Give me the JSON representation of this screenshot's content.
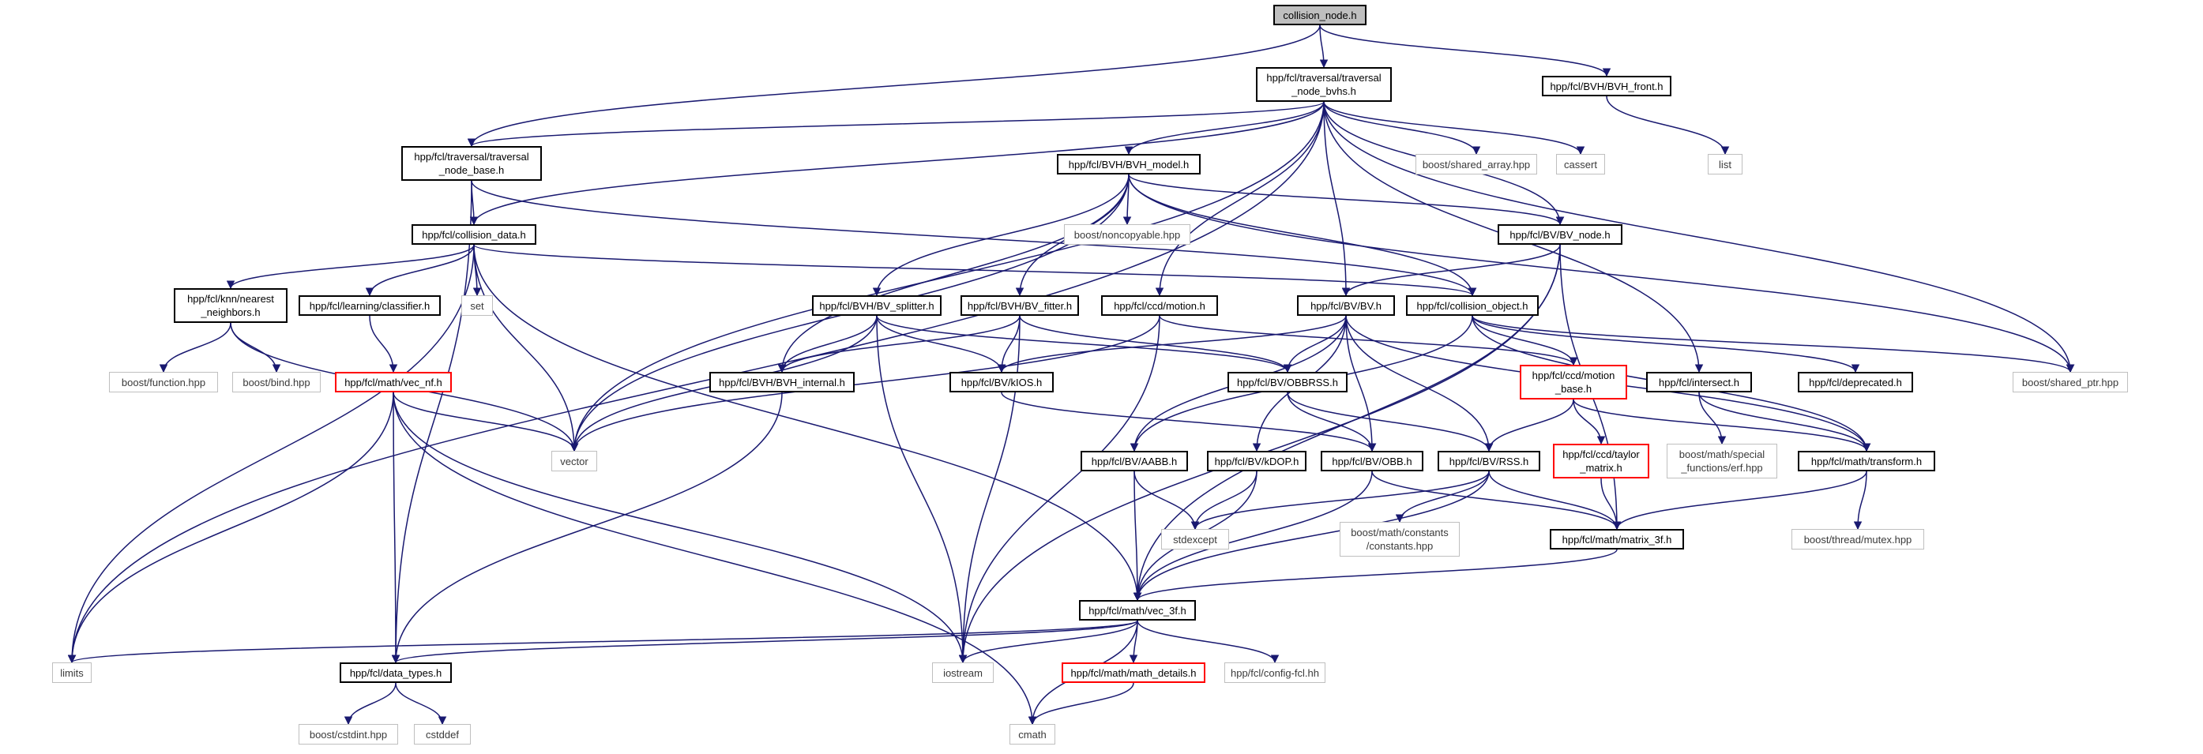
{
  "colors": {
    "edge": "#191970",
    "node_border": "#000000",
    "external_border": "#bfbfbf",
    "missing_border": "#ff0000",
    "root_fill": "#bfbfbf"
  },
  "nodes": {
    "collision_node": "collision_node.h",
    "traversal_node_bvhs": "hpp/fcl/traversal/traversal\n_node_bvhs.h",
    "bvh_front": "hpp/fcl/BVH/BVH_front.h",
    "list": "list",
    "traversal_node_base": "hpp/fcl/traversal/traversal\n_node_base.h",
    "bvh_model": "hpp/fcl/BVH/BVH_model.h",
    "shared_array": "boost/shared_array.hpp",
    "cassert": "cassert",
    "collision_data": "hpp/fcl/collision_data.h",
    "noncopyable": "boost/noncopyable.hpp",
    "bv_node": "hpp/fcl/BV/BV_node.h",
    "knn_nearest_neighbors": "hpp/fcl/knn/nearest\n_neighbors.h",
    "classifier": "hpp/fcl/learning/classifier.h",
    "set": "set",
    "bv_splitter": "hpp/fcl/BVH/BV_splitter.h",
    "bv_fitter": "hpp/fcl/BVH/BV_fitter.h",
    "ccd_motion": "hpp/fcl/ccd/motion.h",
    "bv": "hpp/fcl/BV/BV.h",
    "collision_object": "hpp/fcl/collision_object.h",
    "boost_function": "boost/function.hpp",
    "boost_bind": "boost/bind.hpp",
    "vec_nf": "hpp/fcl/math/vec_nf.h",
    "bvh_internal": "hpp/fcl/BVH/BVH_internal.h",
    "kios": "hpp/fcl/BV/kIOS.h",
    "obbrss": "hpp/fcl/BV/OBBRSS.h",
    "ccd_motion_base": "hpp/fcl/ccd/motion\n_base.h",
    "intersect": "hpp/fcl/intersect.h",
    "deprecated": "hpp/fcl/deprecated.h",
    "boost_shared_ptr": "boost/shared_ptr.hpp",
    "vector": "vector",
    "aabb": "hpp/fcl/BV/AABB.h",
    "kdop": "hpp/fcl/BV/kDOP.h",
    "obb": "hpp/fcl/BV/OBB.h",
    "rss": "hpp/fcl/BV/RSS.h",
    "taylor_matrix": "hpp/fcl/ccd/taylor\n_matrix.h",
    "erf": "boost/math/special\n_functions/erf.hpp",
    "transform": "hpp/fcl/math/transform.h",
    "stdexcept": "stdexcept",
    "constants": "boost/math/constants\n/constants.hpp",
    "matrix_3f": "hpp/fcl/math/matrix_3f.h",
    "mutex": "boost/thread/mutex.hpp",
    "vec_3f": "hpp/fcl/math/vec_3f.h",
    "limits": "limits",
    "data_types": "hpp/fcl/data_types.h",
    "iostream": "iostream",
    "math_details": "hpp/fcl/math/math_details.h",
    "config_fcl": "hpp/fcl/config-fcl.hh",
    "cstdint": "boost/cstdint.hpp",
    "cstddef": "cstddef",
    "cmath": "cmath"
  }
}
